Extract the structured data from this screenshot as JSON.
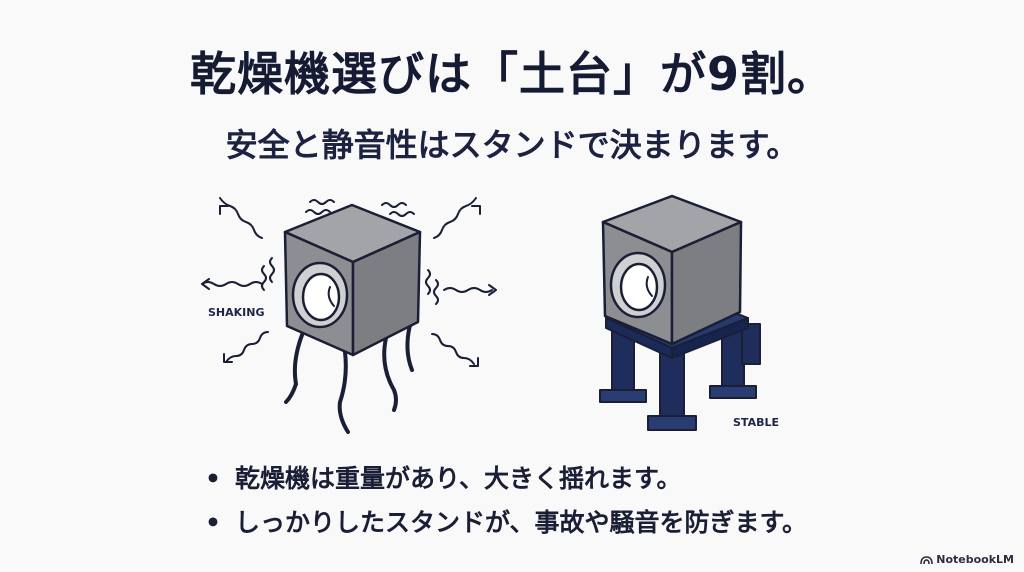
{
  "title": "乾燥機選びは「土台」が9割。",
  "subtitle": "安全と静音性はスタンドで決まります。",
  "illustrations": {
    "left_label": "SHAKING",
    "right_label": "STABLE"
  },
  "bullets": [
    {
      "marker": "•",
      "text": "乾燥機は重量があり、大きく揺れます。"
    },
    {
      "marker": "•",
      "text": "しっかりしたスタンドが、事故や騒音を防ぎます。"
    }
  ],
  "brand": {
    "name": "NotebookLM",
    "icon": "notebooklm-logo-icon"
  },
  "colors": {
    "navy": "#1e2d5c",
    "gray": "#8e8f92",
    "ink": "#151b33"
  }
}
